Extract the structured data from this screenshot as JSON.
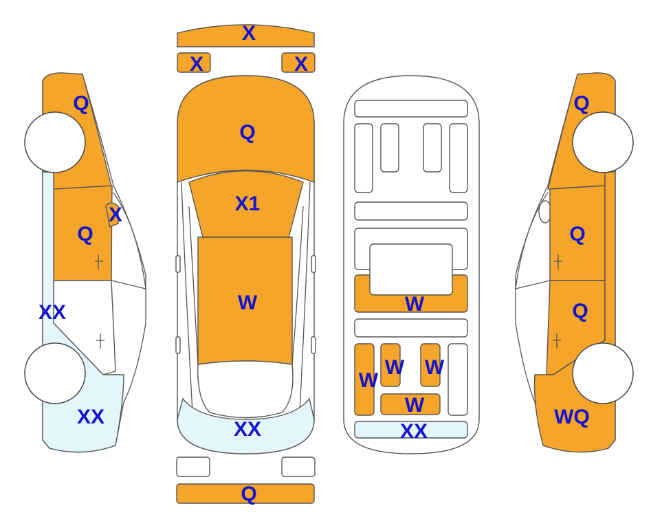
{
  "colors": {
    "damage_orange": "#f6a52b",
    "damage_light_blue": "#e2f6fc",
    "label_blue": "#1414cc",
    "outline": "#555555"
  },
  "left_view": {
    "front_fender": "Q",
    "mirror": "X",
    "front_door": "Q",
    "rear_door": "XX",
    "rear_quarter": "XX"
  },
  "top_view": {
    "front_bumper": "X",
    "headlight_left": "X",
    "headlight_right": "X",
    "hood": "Q",
    "windshield": "X1",
    "roof": "W",
    "trunk": "XX",
    "rear_bumper": "Q"
  },
  "underside_view": {
    "middle_floor": "W",
    "rear_left": "W",
    "rear_mid_left": "W",
    "rear_mid_right": "W",
    "rear_center": "W",
    "rear_edge": "XX"
  },
  "right_view": {
    "front_fender": "Q",
    "front_door": "Q",
    "rear_door": "Q",
    "rear_quarter": "WQ"
  }
}
